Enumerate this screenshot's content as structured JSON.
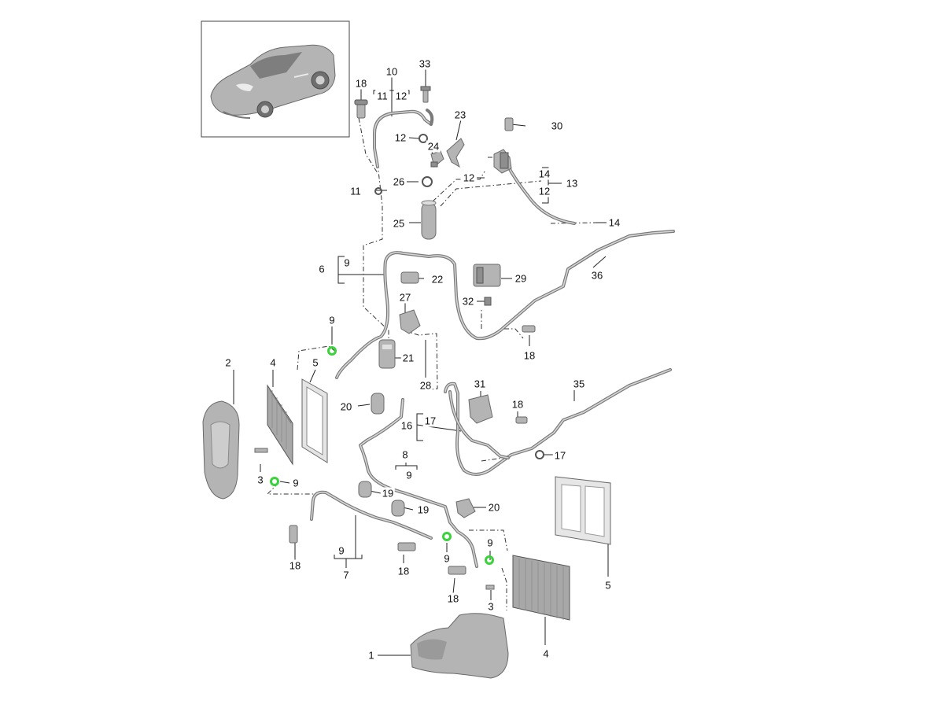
{
  "diagram": {
    "accent_seal_color": "#3bd23b",
    "part_color": "#b4b4b4",
    "labels": {
      "l1": "1",
      "l2": "2",
      "l3a": "3",
      "l3b": "3",
      "l4a": "4",
      "l4b": "4",
      "l5a": "5",
      "l5b": "5",
      "l6": "6",
      "l7": "7",
      "l8": "8",
      "l9_6": "9",
      "l9_7": "9",
      "l9_8": "9",
      "l9a": "9",
      "l9b": "9",
      "l9c": "9",
      "l9d": "9",
      "l10": "10",
      "l11_10": "11",
      "l12_10": "12",
      "l11": "11",
      "l12a": "12",
      "l12b": "12",
      "l13": "13",
      "l14_13": "14",
      "l12_13": "12",
      "l14": "14",
      "l16": "16",
      "l17_16": "17",
      "l17": "17",
      "l18a": "18",
      "l18b": "18",
      "l18c": "18",
      "l18d": "18",
      "l18e": "18",
      "l18f": "18",
      "l19a": "19",
      "l19b": "19",
      "l20a": "20",
      "l20b": "20",
      "l21": "21",
      "l22": "22",
      "l23": "23",
      "l24": "24",
      "l25": "25",
      "l26": "26",
      "l27": "27",
      "l28": "28",
      "l29": "29",
      "l30": "30",
      "l31": "31",
      "l32": "32",
      "l33": "33",
      "l35": "35",
      "l36": "36"
    }
  }
}
